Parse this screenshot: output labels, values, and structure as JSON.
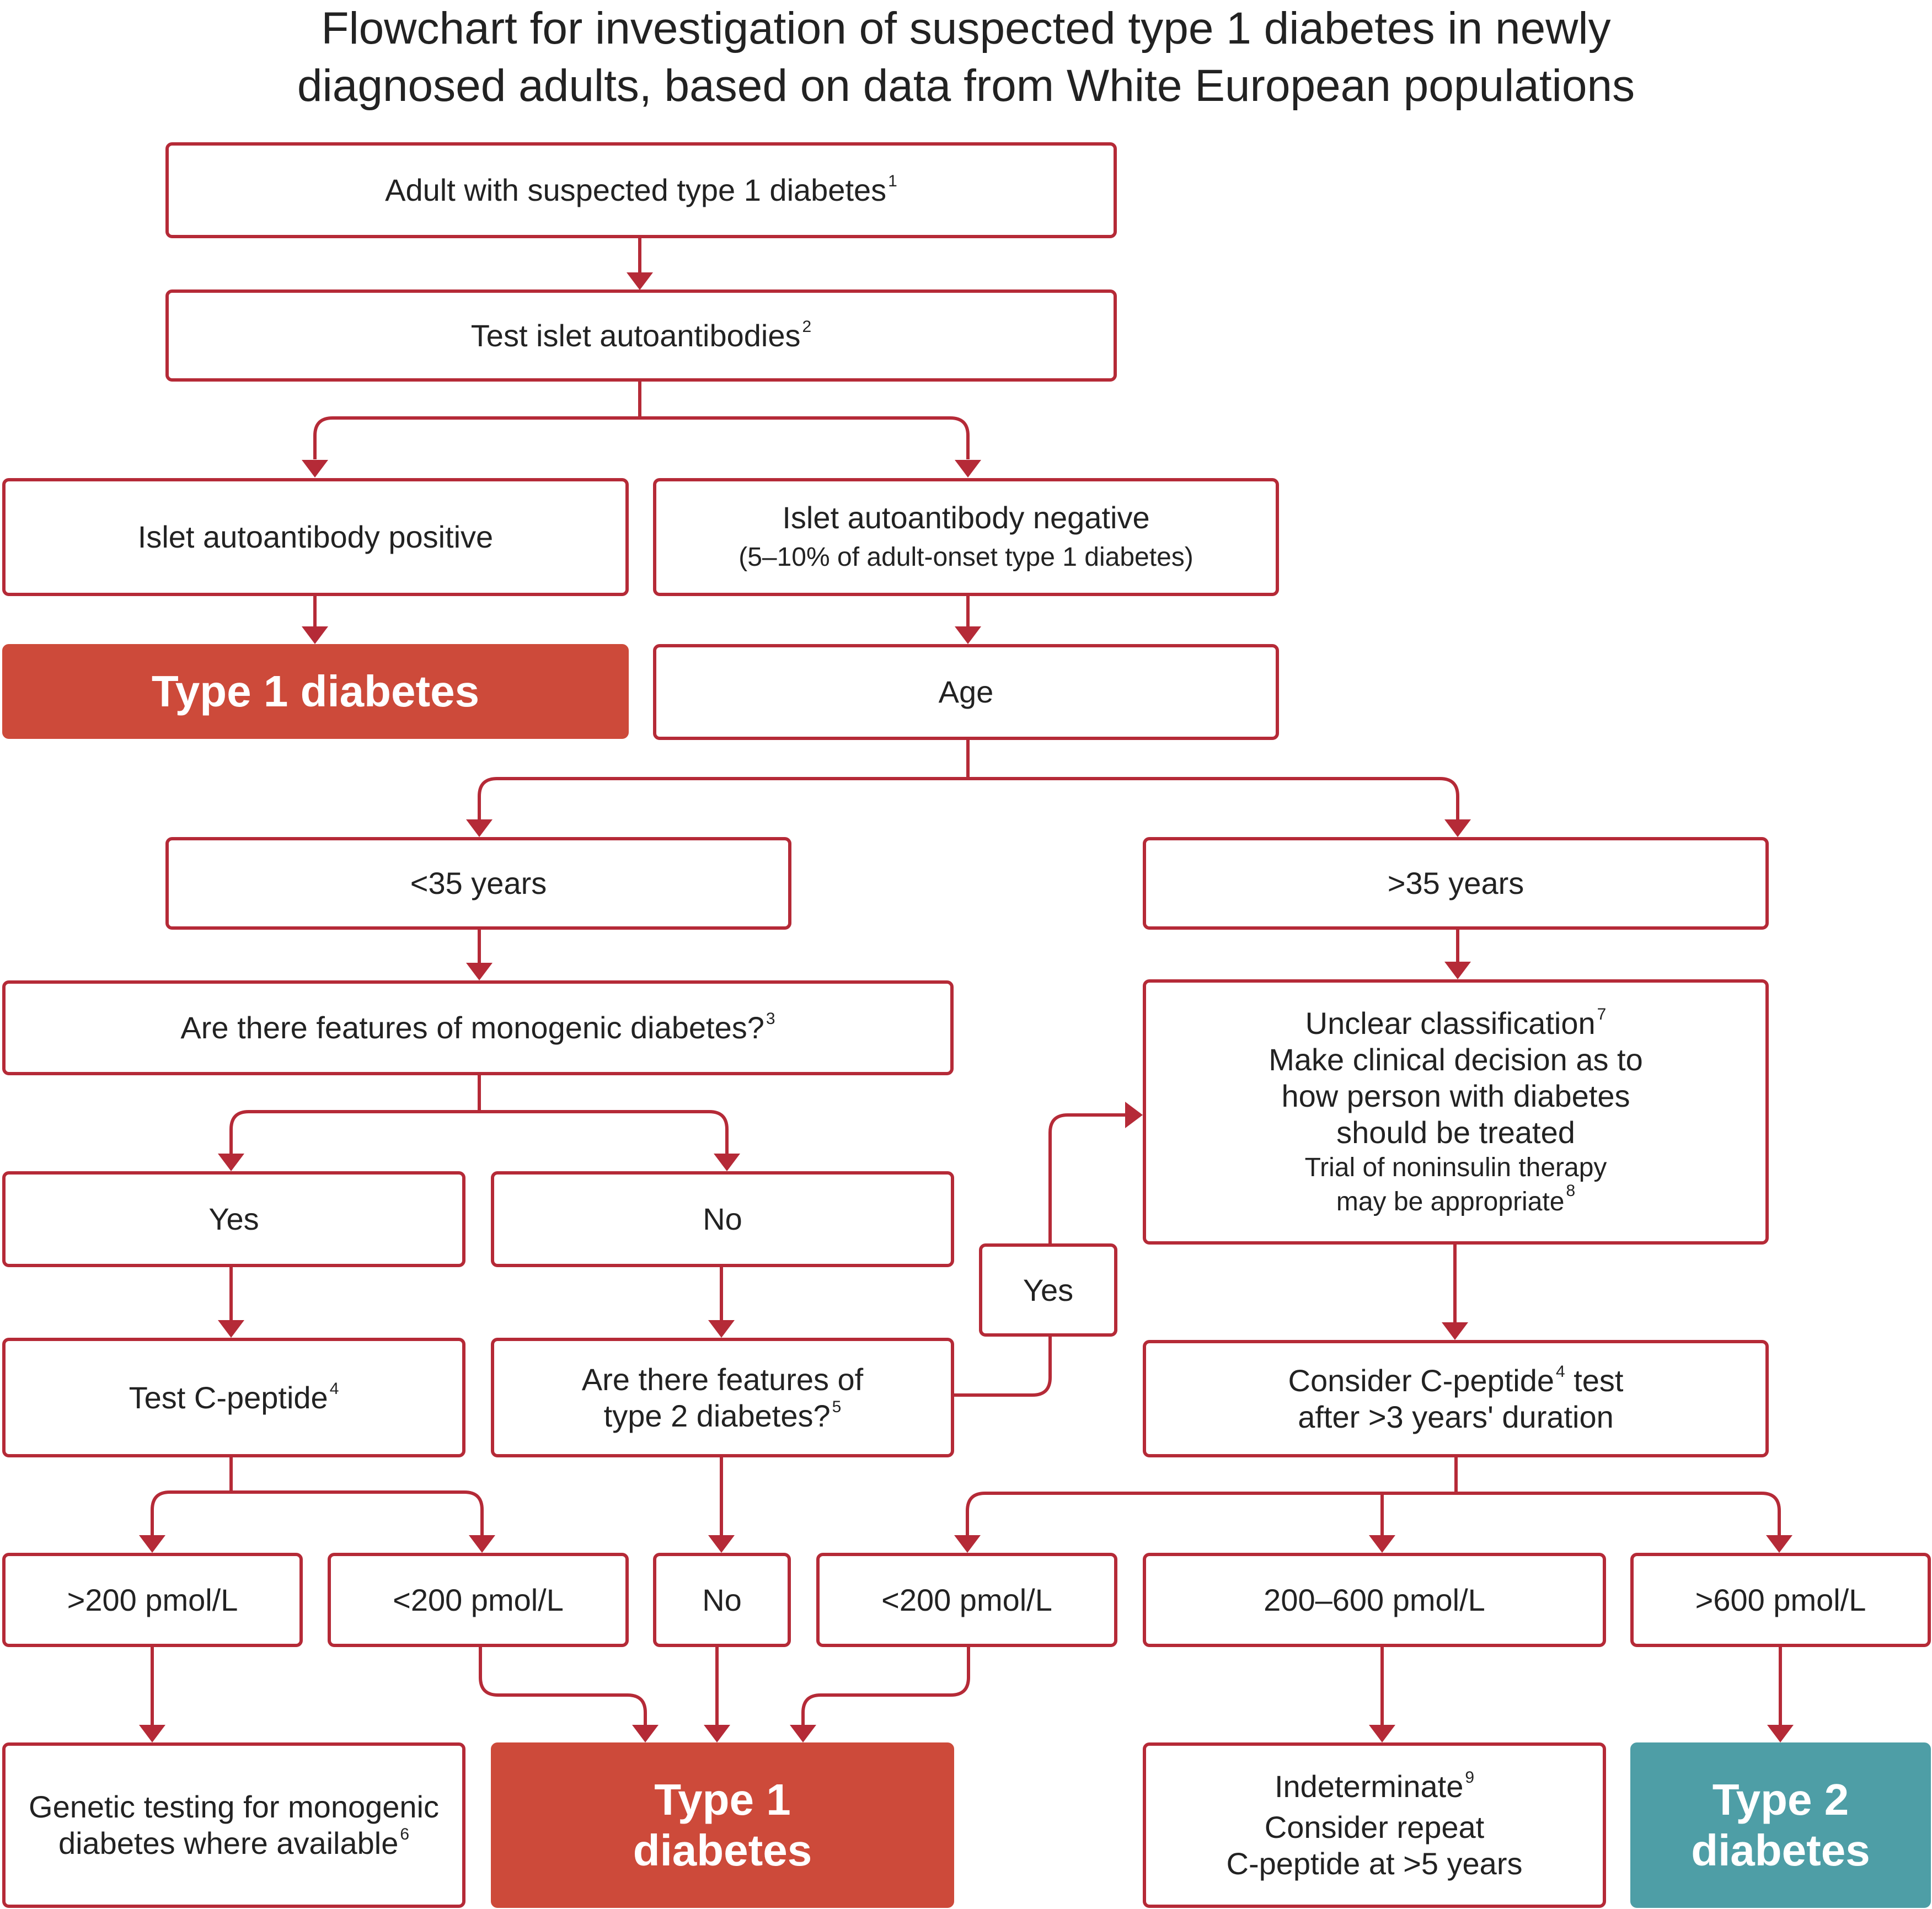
{
  "title": {
    "line1": "Flowchart for investigation of suspected type 1 diabetes in newly",
    "line2": "diagnosed adults, based on data from White European populations"
  },
  "colors": {
    "outline": "#b52a37",
    "type1_fill": "#cd4a3a",
    "type2_fill": "#4e9ea6"
  },
  "nodes": {
    "start": {
      "text": "Adult with suspected type 1 diabetes",
      "ref": "1"
    },
    "test_autoantibodies": {
      "text": "Test islet autoantibodies",
      "ref": "2"
    },
    "ab_positive": {
      "text": "Islet autoantibody positive"
    },
    "ab_negative": {
      "text": "Islet autoantibody negative",
      "note": "(5–10% of adult-onset type 1 diabetes)"
    },
    "type1_top": {
      "text": "Type 1 diabetes"
    },
    "age": {
      "text": "Age"
    },
    "under35": {
      "text": "<35 years"
    },
    "over35": {
      "text": ">35 years"
    },
    "monogenic_q": {
      "text": "Are there features of monogenic diabetes?",
      "ref": "3"
    },
    "unclear": {
      "line1": "Unclear classification",
      "ref": "7",
      "line2": "Make clinical decision as to",
      "line3": "how person with diabetes",
      "line4": "should be treated",
      "line5": "Trial of noninsulin therapy",
      "line6": "may be appropriate",
      "ref2": "8"
    },
    "yes_mono": {
      "text": "Yes"
    },
    "no_mono": {
      "text": "No"
    },
    "yes_t2": {
      "text": "Yes"
    },
    "test_cpeptide": {
      "text": "Test C-peptide",
      "ref": "4"
    },
    "t2_q": {
      "line1": "Are there features of",
      "line2": "type 2 diabetes?",
      "ref": "5"
    },
    "consider_cpeptide": {
      "line1": "Consider C-peptide",
      "ref": "4",
      "line1b": " test",
      "line2": "after >3 years' duration"
    },
    "gt200": {
      "text": ">200 pmol/L"
    },
    "lt200_a": {
      "text": "<200 pmol/L"
    },
    "no_t2": {
      "text": "No"
    },
    "lt200_b": {
      "text": "<200 pmol/L"
    },
    "mid": {
      "text": "200–600 pmol/L"
    },
    "gt600": {
      "text": ">600 pmol/L"
    },
    "genetic": {
      "line1": "Genetic testing for monogenic",
      "line2": "diabetes where available",
      "ref": "6"
    },
    "type1_bottom": {
      "line1": "Type 1",
      "line2": "diabetes"
    },
    "indeterminate": {
      "line1": "Indeterminate",
      "ref": "9",
      "line2": "Consider repeat",
      "line3": "C-peptide at >5 years"
    },
    "type2": {
      "line1": "Type 2",
      "line2": "diabetes"
    }
  }
}
